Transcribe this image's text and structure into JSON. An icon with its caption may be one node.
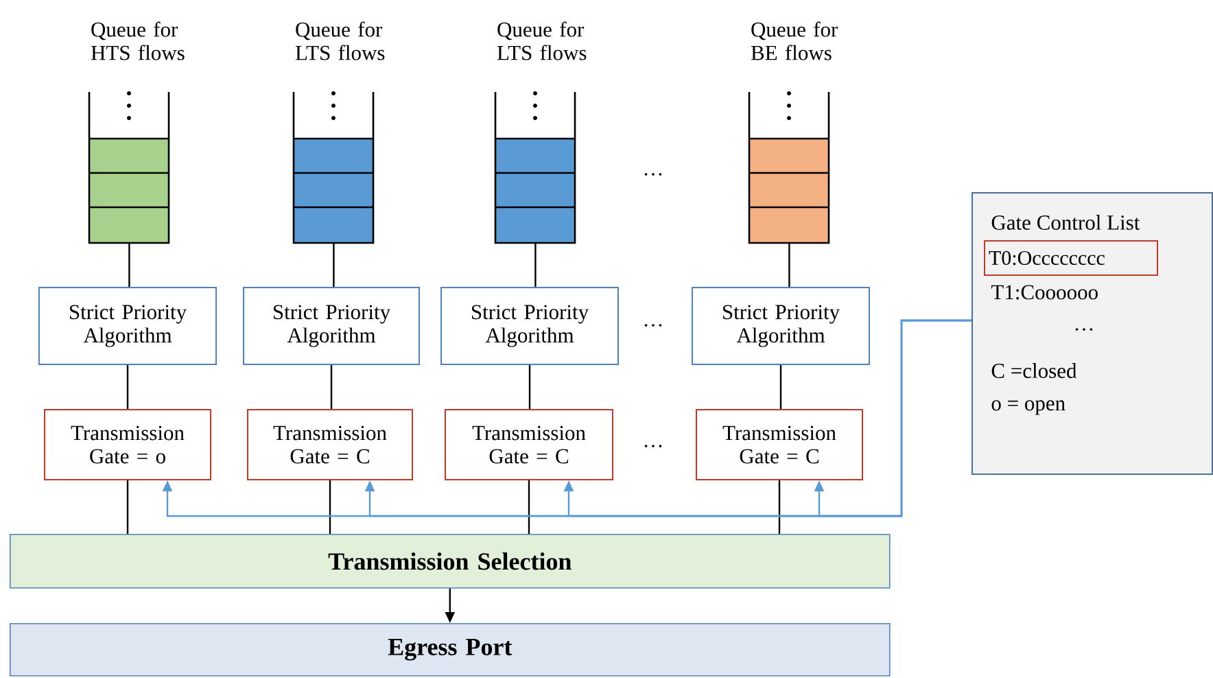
{
  "diagram": {
    "nodes": [
      {
        "text": [
          "Queue for HTS flows"
        ]
      },
      {
        "text": [
          "Queue for LTS flows"
        ]
      },
      {
        "text": [
          "Queue for LTS flows"
        ]
      },
      {
        "text": [
          "Queue for BE flows"
        ]
      },
      {
        "text": [
          "Strict Priority Algorithm"
        ]
      },
      {
        "text": [
          "Strict Priority Algorithm"
        ]
      },
      {
        "text": [
          "Strict Priority Algorithm"
        ]
      },
      {
        "text": [
          "Strict Priority Algorithm"
        ]
      },
      {
        "text": [
          "Transmission Gate = o"
        ]
      },
      {
        "text": [
          "Transmission Gate = C"
        ]
      },
      {
        "text": [
          "Transmission Gate = C"
        ]
      },
      {
        "text": [
          "Transmission Gate = C"
        ]
      },
      {
        "text": [
          "Transmission Selection"
        ]
      },
      {
        "text": [
          "Egress Port"
        ]
      },
      {
        "text": [
          "Gate Control List",
          "T1:Coooooo",
          "…",
          "C =closed",
          "o = open"
        ]
      },
      {
        "text": [
          "T0:Occcccccc"
        ],
        "in": 14
      }
    ],
    "edges": [
      {
        "from": 0,
        "to": 4,
        "arrow": "none"
      },
      {
        "from": 1,
        "to": 5,
        "arrow": "none"
      },
      {
        "from": 2,
        "to": 6,
        "arrow": "none"
      },
      {
        "from": 3,
        "to": 7,
        "arrow": "none"
      },
      {
        "from": 4,
        "to": 8,
        "arrow": "none"
      },
      {
        "from": 5,
        "to": 9,
        "arrow": "none"
      },
      {
        "from": 6,
        "to": 10,
        "arrow": "none"
      },
      {
        "from": 7,
        "to": 11,
        "arrow": "none"
      },
      {
        "from": 8,
        "to": 12,
        "arrow": "none"
      },
      {
        "from": 9,
        "to": 12,
        "arrow": "none"
      },
      {
        "from": 10,
        "to": 12,
        "arrow": "none"
      },
      {
        "from": 11,
        "to": 12,
        "arrow": "none"
      },
      {
        "from": 12,
        "to": 13,
        "arrow": "to"
      },
      {
        "from": 14,
        "to": 8,
        "arrow": "to",
        "color": "#5b9bd5"
      },
      {
        "from": 14,
        "to": 9,
        "arrow": "to",
        "color": "#5b9bd5"
      },
      {
        "from": 14,
        "to": 10,
        "arrow": "to",
        "color": "#5b9bd5"
      },
      {
        "from": 14,
        "to": 11,
        "arrow": "to",
        "color": "#5b9bd5"
      }
    ],
    "labels": [
      "…",
      "…",
      "…"
    ]
  }
}
